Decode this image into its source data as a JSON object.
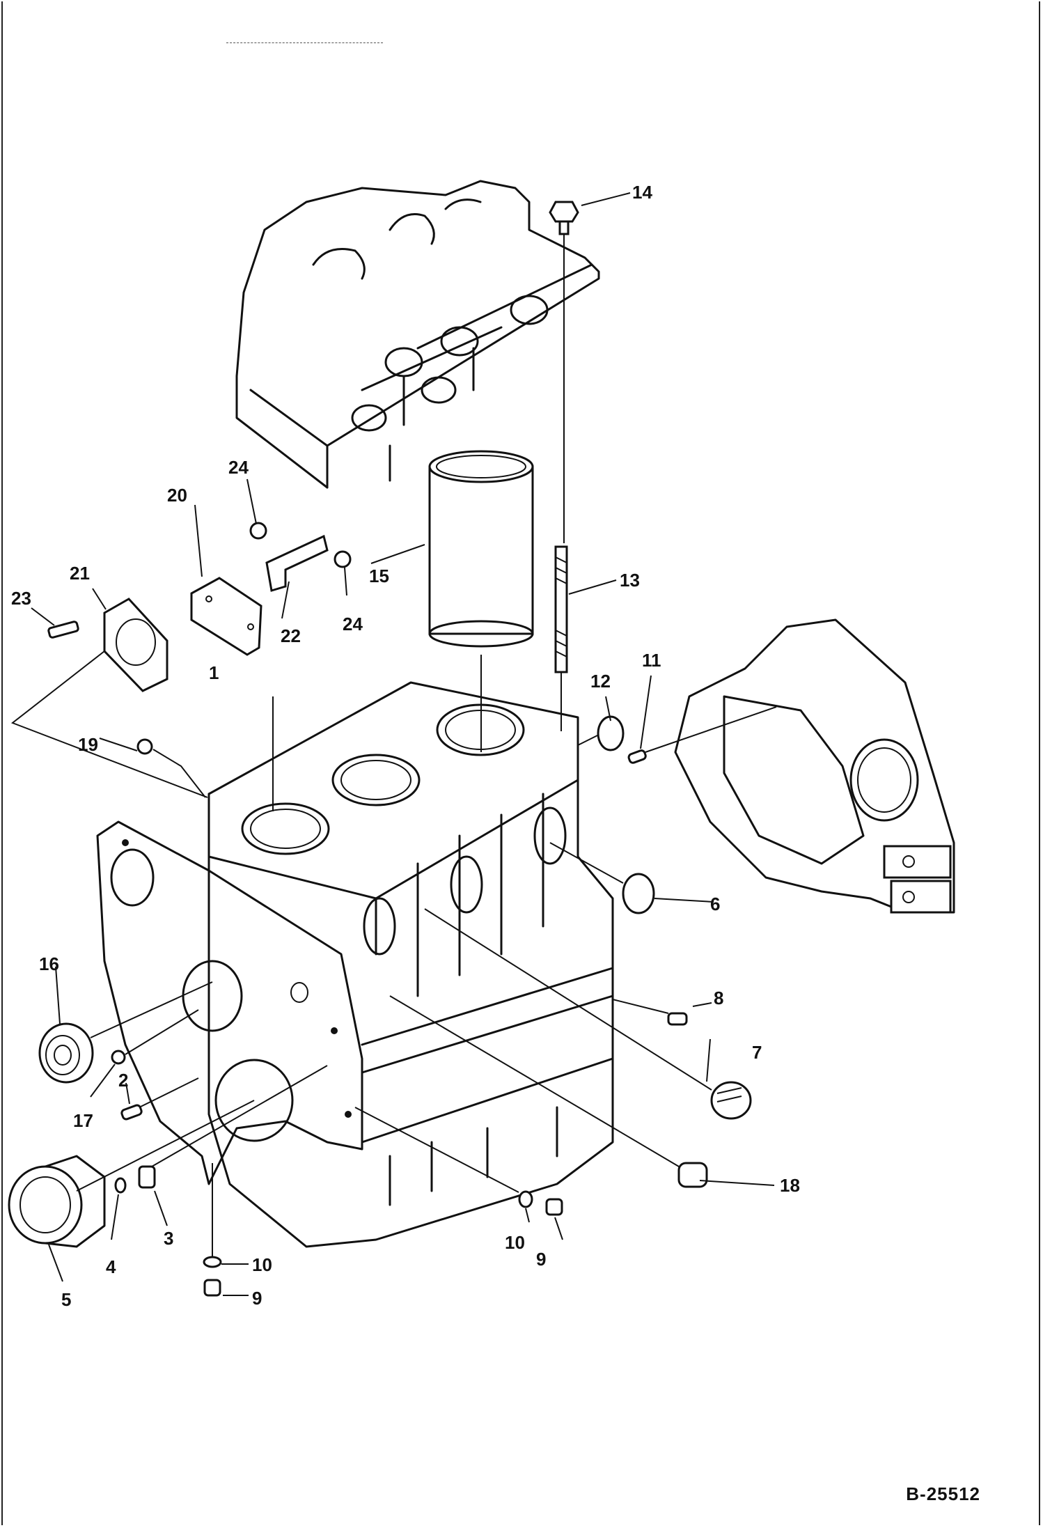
{
  "drawing_ref": "B-25512",
  "callouts": [
    {
      "id": "c1",
      "label": "1"
    },
    {
      "id": "c2",
      "label": "2"
    },
    {
      "id": "c3",
      "label": "3"
    },
    {
      "id": "c4",
      "label": "4"
    },
    {
      "id": "c5",
      "label": "5"
    },
    {
      "id": "c6",
      "label": "6"
    },
    {
      "id": "c7",
      "label": "7"
    },
    {
      "id": "c8",
      "label": "8"
    },
    {
      "id": "c9a",
      "label": "9"
    },
    {
      "id": "c9b",
      "label": "9"
    },
    {
      "id": "c10a",
      "label": "10"
    },
    {
      "id": "c10b",
      "label": "10"
    },
    {
      "id": "c11",
      "label": "11"
    },
    {
      "id": "c12",
      "label": "12"
    },
    {
      "id": "c13",
      "label": "13"
    },
    {
      "id": "c14",
      "label": "14"
    },
    {
      "id": "c15",
      "label": "15"
    },
    {
      "id": "c16",
      "label": "16"
    },
    {
      "id": "c17",
      "label": "17"
    },
    {
      "id": "c18",
      "label": "18"
    },
    {
      "id": "c19",
      "label": "19"
    },
    {
      "id": "c20",
      "label": "20"
    },
    {
      "id": "c21",
      "label": "21"
    },
    {
      "id": "c22",
      "label": "22"
    },
    {
      "id": "c23",
      "label": "23"
    },
    {
      "id": "c24a",
      "label": "24"
    },
    {
      "id": "c24b",
      "label": "24"
    }
  ]
}
